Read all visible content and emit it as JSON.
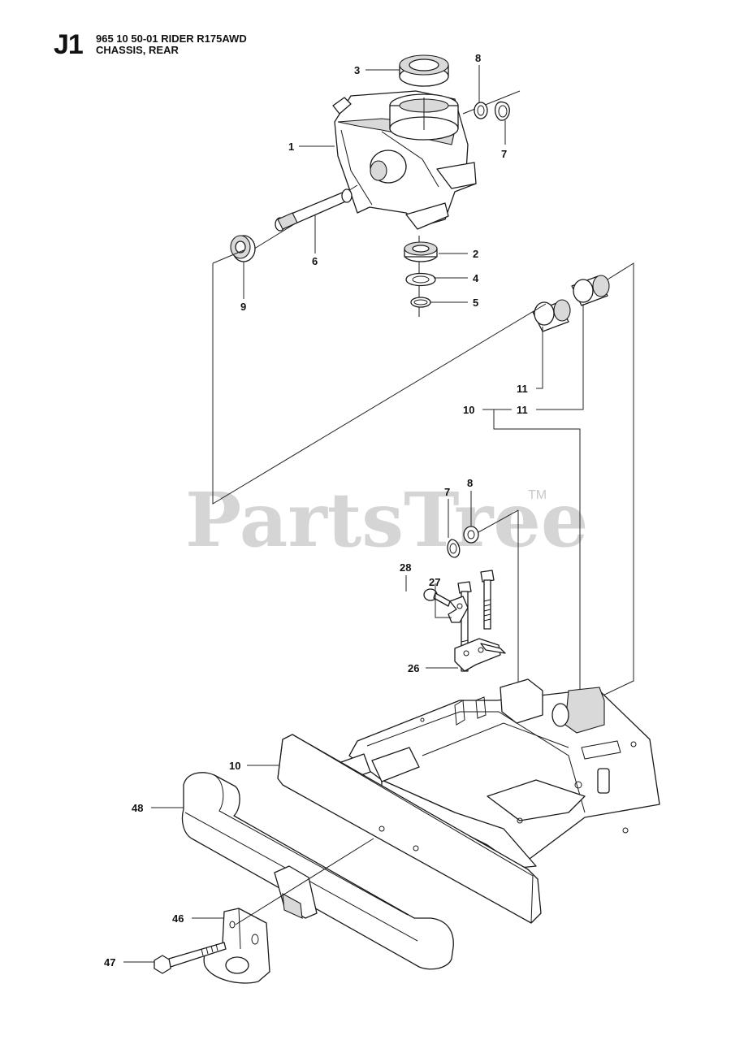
{
  "header": {
    "code": "J1",
    "line1": "965 10 50-01 RIDER R175AWD",
    "line2": "CHASSIS, REAR"
  },
  "watermark": {
    "text": "PartsTree",
    "tm": "TM"
  },
  "callouts": {
    "c1": "1",
    "c2": "2",
    "c3": "3",
    "c4": "4",
    "c5": "5",
    "c6": "6",
    "c7a": "7",
    "c7b": "7",
    "c8a": "8",
    "c8b": "8",
    "c9": "9",
    "c10a": "10",
    "c10b": "10",
    "c11a": "11",
    "c11b": "11",
    "c26": "26",
    "c27": "27",
    "c28": "28",
    "c46": "46",
    "c47": "47",
    "c48": "48"
  }
}
